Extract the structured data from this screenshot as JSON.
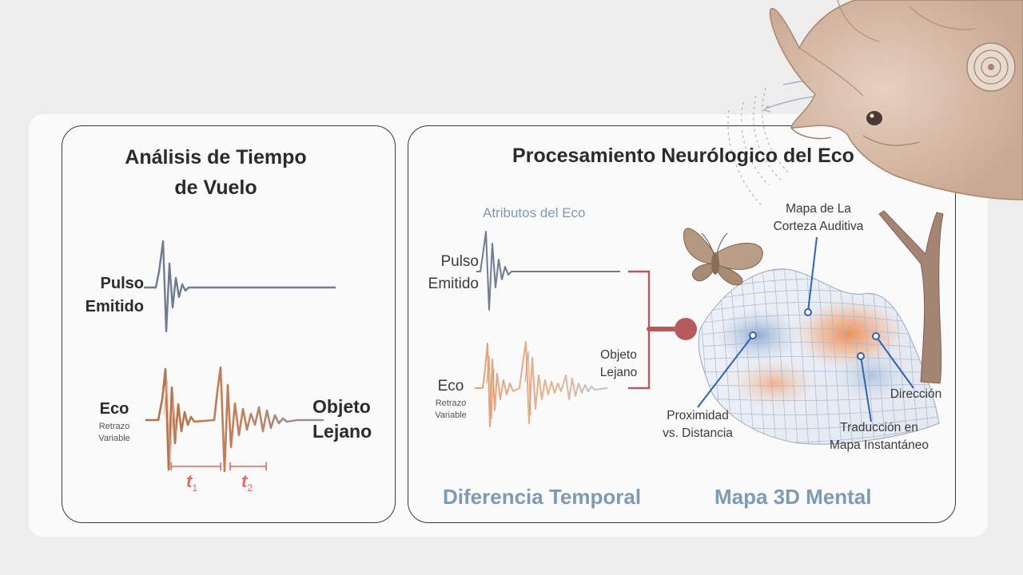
{
  "left_panel": {
    "title_line1": "Análisis de Tiempo",
    "title_line2": "de Vuelo",
    "pulse_line1": "Pulso",
    "pulse_line2": "Emitido",
    "echo_label": "Eco",
    "echo_sub1": "Retrazo",
    "echo_sub2": "Variable",
    "object_line1": "Objeto",
    "object_line2": "Lejano",
    "t1_letter": "t",
    "t1_sub": "1",
    "t2_letter": "t",
    "t2_sub": "2"
  },
  "right_panel": {
    "title": "Procesamiento Neurólogico del Eco",
    "attributes_label": "Atributos del Eco",
    "pulse_line1": "Pulso",
    "pulse_line2": "Emitido",
    "echo_label": "Eco",
    "echo_sub1": "Retrazo",
    "echo_sub2": "Variable",
    "object_line1": "Objeto",
    "object_line2": "Lejano",
    "cortex_line1": "Mapa de La",
    "cortex_line2": "Corteza Auditiva",
    "direction": "Dirección",
    "proximity_line1": "Proximidad",
    "proximity_line2": "vs. Distancia",
    "translation_line1": "Traducción en",
    "translation_line2": "Mapa Instantáneo",
    "footer_left": "Diferencia Temporal",
    "footer_right": "Mapa 3D Mental"
  },
  "colors": {
    "pulse": "#6d7c93",
    "echo_brown": "#b0704a",
    "echo_peach": "#e3a27a",
    "connector": "#b75a5e",
    "timing": "#e06a5f",
    "accent_blue": "#7d9ab5",
    "marker_blue": "#2e64b0"
  }
}
